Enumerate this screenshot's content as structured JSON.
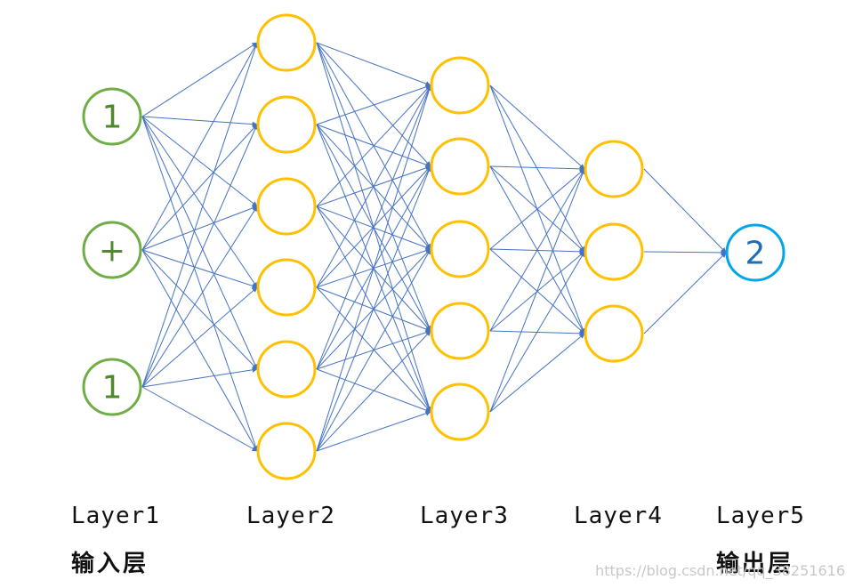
{
  "colors": {
    "input_node": "#70ad47",
    "input_text": "#4e8a2b",
    "hidden_node": "#ffc000",
    "output_node": "#00a6e8",
    "output_text": "#1f6fb5",
    "edge": "#4472c4"
  },
  "layers": [
    {
      "label": "Layer1",
      "sublabel": "输入层",
      "nodes": [
        "1",
        "+",
        "1"
      ]
    },
    {
      "label": "Layer2",
      "nodes": [
        "",
        "",
        "",
        "",
        "",
        ""
      ]
    },
    {
      "label": "Layer3",
      "nodes": [
        "",
        "",
        "",
        "",
        ""
      ]
    },
    {
      "label": "Layer4",
      "nodes": [
        "",
        "",
        ""
      ]
    },
    {
      "label": "Layer5",
      "sublabel": "输出层",
      "nodes": [
        "2"
      ]
    }
  ],
  "watermark": "https://blog.csdn.net/qq_38251616"
}
